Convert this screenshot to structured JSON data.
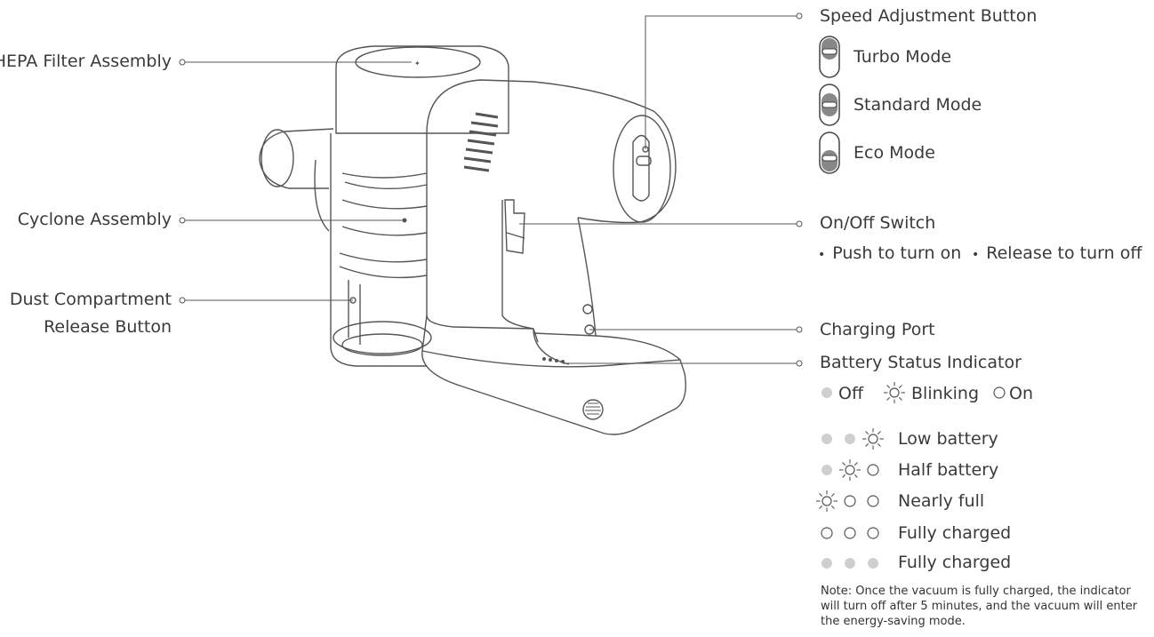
{
  "left_labels": {
    "hepa": "HEPA Filter Assembly",
    "cyclone": "Cyclone Assembly",
    "dust_line1": "Dust Compartment",
    "dust_line2": "Release Button"
  },
  "speed": {
    "title": "Speed Adjustment Button",
    "modes": [
      "Turbo Mode",
      "Standard Mode",
      "Eco Mode"
    ]
  },
  "switch": {
    "title": "On/Off Switch",
    "push": "Push to turn on",
    "release": "Release to turn off"
  },
  "charging_port": "Charging Port",
  "battery": {
    "title": "Battery Status Indicator",
    "legend": {
      "off": "Off",
      "blinking": "Blinking",
      "on": "On"
    },
    "states": [
      {
        "label": "Low battery",
        "leds": [
          "off",
          "off",
          "blink"
        ]
      },
      {
        "label": "Half battery",
        "leds": [
          "off",
          "blink",
          "on"
        ]
      },
      {
        "label": "Nearly full",
        "leds": [
          "blink",
          "on",
          "on"
        ]
      },
      {
        "label": "Fully charged",
        "leds": [
          "on",
          "on",
          "on"
        ]
      },
      {
        "label": "Fully charged",
        "leds": [
          "off",
          "off",
          "off"
        ]
      }
    ]
  },
  "note": "Note: Once the vacuum is fully charged, the indicator will turn off after 5 minutes, and the vacuum will enter the energy-saving mode."
}
